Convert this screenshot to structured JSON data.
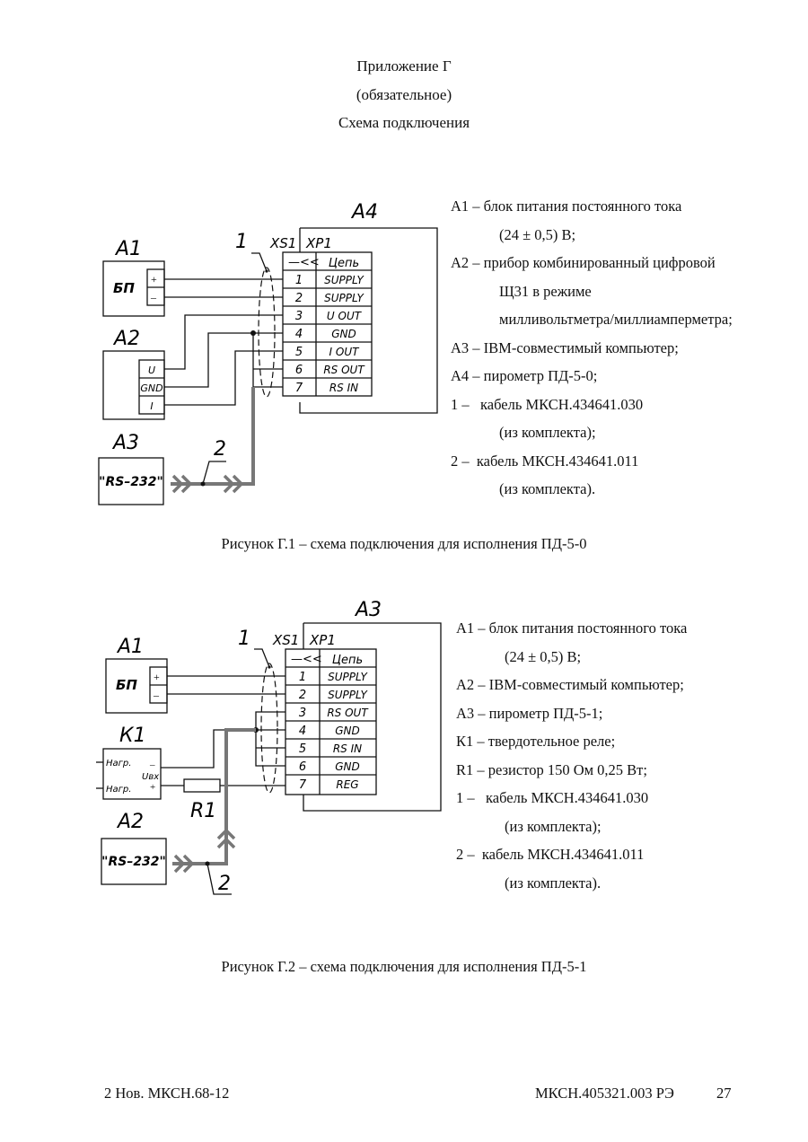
{
  "header": {
    "appendix": "Приложение Г",
    "status": "(обязательное)",
    "title": "Схема подключения"
  },
  "figure1": {
    "caption": "Рисунок Г.1 – схема подключения для исполнения ПД-5-0",
    "legend": [
      "А1 – блок питания постоянного тока",
      "(24 ± 0,5) В;",
      "А2 – прибор комбинированный цифровой",
      "Щ31 в режиме",
      "милливольтметра/миллиамперметра;",
      "А3 – IBM-совместимый компьютер;",
      "А4 – пирометр ПД-5-0;",
      "1 –   кабель МКСН.434641.030",
      "(из комплекта);",
      "2 –  кабель МКСН.434641.011",
      "(из комплекта)."
    ],
    "diagram": {
      "a4": "А4",
      "a1": "А1",
      "a2": "А2",
      "a3": "А3",
      "cable1": "1",
      "cable2": "2",
      "xs1": "XS1",
      "xp1": "XP1",
      "chain_header": "Цепь",
      "bp": "БП",
      "plus": "+",
      "minus": "–",
      "u": "U",
      "gnd": "GND",
      "i": "I",
      "rs232": "\"RS–232\"",
      "pins": [
        {
          "n": "1",
          "name": "SUPPLY"
        },
        {
          "n": "2",
          "name": "SUPPLY"
        },
        {
          "n": "3",
          "name": "U OUT"
        },
        {
          "n": "4",
          "name": "GND"
        },
        {
          "n": "5",
          "name": "I OUT"
        },
        {
          "n": "6",
          "name": "RS OUT"
        },
        {
          "n": "7",
          "name": "RS IN"
        }
      ]
    }
  },
  "figure2": {
    "caption": "Рисунок Г.2 – схема подключения для исполнения ПД-5-1",
    "legend": [
      "А1 – блок питания постоянного тока",
      "(24 ± 0,5) В;",
      "А2 – IBM-совместимый компьютер;",
      "А3 – пирометр ПД-5-1;",
      "К1 – твердотельное реле;",
      "R1 – резистор 150 Ом 0,25 Вт;",
      "1 –   кабель МКСН.434641.030",
      "(из комплекта);",
      "2 –  кабель МКСН.434641.011",
      "(из комплекта)."
    ],
    "diagram": {
      "a3": "А3",
      "a1": "А1",
      "k1": "К1",
      "a2": "А2",
      "r1": "R1",
      "cable1": "1",
      "cable2": "2",
      "xs1": "XS1",
      "xp1": "XP1",
      "chain_header": "Цепь",
      "bp": "БП",
      "plus": "+",
      "minus": "–",
      "nagr_plus": "Нагр.",
      "nagr_minus": "Нагр.",
      "uvx": "Uвх",
      "k_minus": "–",
      "k_plus": "+",
      "rs232": "\"RS–232\"",
      "pins": [
        {
          "n": "1",
          "name": "SUPPLY"
        },
        {
          "n": "2",
          "name": "SUPPLY"
        },
        {
          "n": "3",
          "name": "RS OUT"
        },
        {
          "n": "4",
          "name": "GND"
        },
        {
          "n": "5",
          "name": "RS IN"
        },
        {
          "n": "6",
          "name": "GND"
        },
        {
          "n": "7",
          "name": "REG"
        }
      ]
    }
  },
  "footer": {
    "revision": "2 Нов. МКСН.68-12",
    "doc_code": "МКСН.405321.003 РЭ",
    "page": "27"
  }
}
